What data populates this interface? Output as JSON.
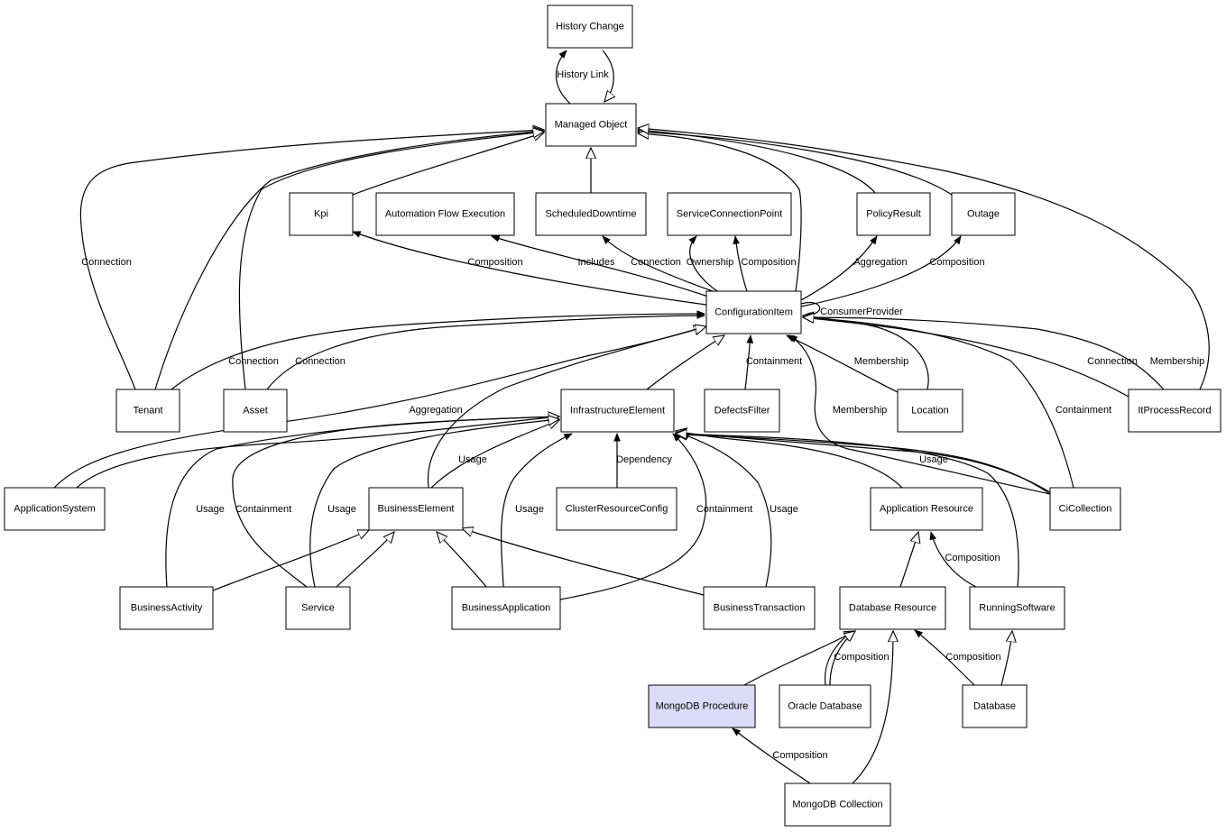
{
  "diagram": {
    "nodes": [
      {
        "id": "history_change",
        "label": "History Change"
      },
      {
        "id": "managed_object",
        "label": "Managed Object"
      },
      {
        "id": "kpi",
        "label": "Kpi"
      },
      {
        "id": "automation_flow_execution",
        "label": "Automation Flow Execution"
      },
      {
        "id": "scheduled_downtime",
        "label": "ScheduledDowntime"
      },
      {
        "id": "service_connection_point",
        "label": "ServiceConnectionPoint"
      },
      {
        "id": "policy_result",
        "label": "PolicyResult"
      },
      {
        "id": "outage",
        "label": "Outage"
      },
      {
        "id": "configuration_item",
        "label": "ConfigurationItem"
      },
      {
        "id": "tenant",
        "label": "Tenant"
      },
      {
        "id": "asset",
        "label": "Asset"
      },
      {
        "id": "infrastructure_element",
        "label": "InfrastructureElement"
      },
      {
        "id": "defects_filter",
        "label": "DefectsFilter"
      },
      {
        "id": "location",
        "label": "Location"
      },
      {
        "id": "it_process_record",
        "label": "ItProcessRecord"
      },
      {
        "id": "application_system",
        "label": "ApplicationSystem"
      },
      {
        "id": "business_element",
        "label": "BusinessElement"
      },
      {
        "id": "cluster_resource_config",
        "label": "ClusterResourceConfig"
      },
      {
        "id": "application_resource",
        "label": "Application Resource"
      },
      {
        "id": "ci_collection",
        "label": "CiCollection"
      },
      {
        "id": "business_activity",
        "label": "BusinessActivity"
      },
      {
        "id": "service",
        "label": "Service"
      },
      {
        "id": "business_application",
        "label": "BusinessApplication"
      },
      {
        "id": "business_transaction",
        "label": "BusinessTransaction"
      },
      {
        "id": "database_resource",
        "label": "Database Resource"
      },
      {
        "id": "running_software",
        "label": "RunningSoftware"
      },
      {
        "id": "mongodb_procedure",
        "label": "MongoDB Procedure",
        "highlighted": true
      },
      {
        "id": "oracle_database",
        "label": "Oracle Database"
      },
      {
        "id": "database",
        "label": "Database"
      },
      {
        "id": "mongodb_collection",
        "label": "MongoDB Collection"
      }
    ],
    "edges": [
      {
        "id": "history_link_1",
        "label": "History Link",
        "kind": "association"
      },
      {
        "id": "history_link_2",
        "label": "",
        "kind": "inheritance"
      },
      {
        "id": "kpi_mo",
        "label": "",
        "kind": "inheritance"
      },
      {
        "id": "sd_mo",
        "label": "",
        "kind": "inheritance"
      },
      {
        "id": "pr_mo",
        "label": "",
        "kind": "inheritance"
      },
      {
        "id": "outage_mo",
        "label": "",
        "kind": "inheritance"
      },
      {
        "id": "ci_mo",
        "label": "",
        "kind": "inheritance"
      },
      {
        "id": "tenant_mo_conn",
        "label": "Connection",
        "kind": "inheritance"
      },
      {
        "id": "tenant_mo",
        "label": "",
        "kind": "inheritance"
      },
      {
        "id": "asset_mo",
        "label": "",
        "kind": "inheritance"
      },
      {
        "id": "itpr_mo",
        "label": "",
        "kind": "inheritance"
      },
      {
        "id": "ci_kpi",
        "label": "Composition",
        "kind": "association"
      },
      {
        "id": "ci_afe",
        "label": "Includes",
        "kind": "association"
      },
      {
        "id": "ci_sd",
        "label": "Connection",
        "kind": "association"
      },
      {
        "id": "ci_scp_own",
        "label": "Ownership",
        "kind": "association"
      },
      {
        "id": "ci_scp_comp",
        "label": "Composition",
        "kind": "association"
      },
      {
        "id": "ci_pr",
        "label": "Aggregation",
        "kind": "association"
      },
      {
        "id": "ci_outage",
        "label": "Composition",
        "kind": "association"
      },
      {
        "id": "ci_self",
        "label": "ConsumerProvider",
        "kind": "association"
      },
      {
        "id": "tenant_ci",
        "label": "Connection",
        "kind": "association"
      },
      {
        "id": "asset_ci",
        "label": "Connection",
        "kind": "association"
      },
      {
        "id": "ie_ci",
        "label": "",
        "kind": "inheritance"
      },
      {
        "id": "df_ci",
        "label": "Containment",
        "kind": "association"
      },
      {
        "id": "loc_ci_mem",
        "label": "Membership",
        "kind": "association"
      },
      {
        "id": "loc_ci",
        "label": "",
        "kind": "inheritance"
      },
      {
        "id": "itpr_ci_conn",
        "label": "Connection",
        "kind": "association"
      },
      {
        "id": "itpr_ci_mem",
        "label": "Membership",
        "kind": "inheritance"
      },
      {
        "id": "cic_ci_mem",
        "label": "Membership",
        "kind": "association"
      },
      {
        "id": "cic_ci_cont",
        "label": "Containment",
        "kind": "inheritance"
      },
      {
        "id": "as_ci",
        "label": "",
        "kind": "inheritance"
      },
      {
        "id": "be_ci",
        "label": "",
        "kind": "inheritance"
      },
      {
        "id": "as_ie",
        "label": "Aggregation",
        "kind": "inheritance"
      },
      {
        "id": "be_ie",
        "label": "Usage",
        "kind": "inheritance"
      },
      {
        "id": "crc_ie",
        "label": "Dependency",
        "kind": "association"
      },
      {
        "id": "ba_act_ie",
        "label": "Usage",
        "kind": "inheritance"
      },
      {
        "id": "svc_ie_cont",
        "label": "Containment",
        "kind": "inheritance"
      },
      {
        "id": "svc_ie_usage",
        "label": "Usage",
        "kind": "inheritance"
      },
      {
        "id": "bapp_ie_usage",
        "label": "Usage",
        "kind": "association"
      },
      {
        "id": "bapp_ie_cont",
        "label": "Containment",
        "kind": "association"
      },
      {
        "id": "bt_ie",
        "label": "Usage",
        "kind": "association"
      },
      {
        "id": "ar_ie",
        "label": "",
        "kind": "inheritance"
      },
      {
        "id": "cic_ie",
        "label": "Usage",
        "kind": "inheritance"
      },
      {
        "id": "cic_ie2",
        "label": "",
        "kind": "inheritance"
      },
      {
        "id": "rs_ie",
        "label": "",
        "kind": "inheritance"
      },
      {
        "id": "bact_be",
        "label": "",
        "kind": "inheritance"
      },
      {
        "id": "svc_be",
        "label": "",
        "kind": "inheritance"
      },
      {
        "id": "bapp_be",
        "label": "",
        "kind": "inheritance"
      },
      {
        "id": "bt_be",
        "label": "",
        "kind": "inheritance"
      },
      {
        "id": "dr_ar",
        "label": "",
        "kind": "inheritance"
      },
      {
        "id": "rs_ar",
        "label": "Composition",
        "kind": "association"
      },
      {
        "id": "mp_dr",
        "label": "",
        "kind": "inheritance"
      },
      {
        "id": "od_dr",
        "label": "Composition",
        "kind": "association"
      },
      {
        "id": "od_dr2",
        "label": "",
        "kind": "inheritance"
      },
      {
        "id": "db_dr",
        "label": "Composition",
        "kind": "association"
      },
      {
        "id": "db_rs",
        "label": "",
        "kind": "inheritance"
      },
      {
        "id": "mc_dr",
        "label": "",
        "kind": "inheritance"
      },
      {
        "id": "mc_mp",
        "label": "Composition",
        "kind": "association"
      }
    ]
  }
}
